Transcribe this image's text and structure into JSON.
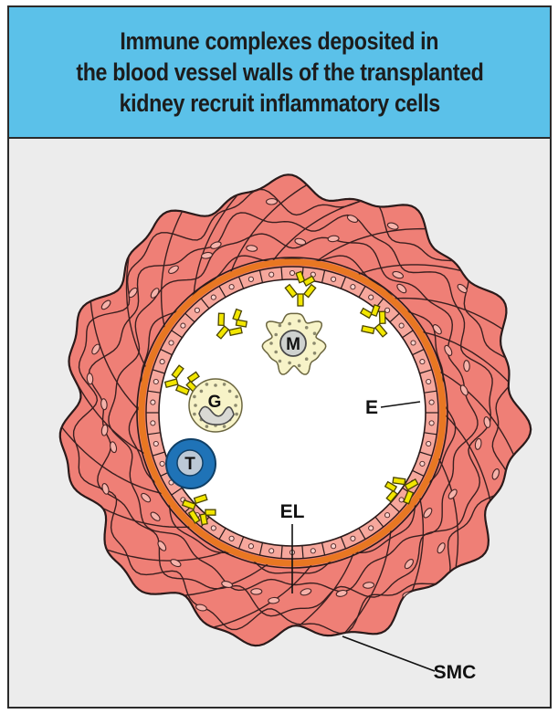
{
  "title": {
    "line1": "Immune complexes deposited in",
    "line2": "the blood vessel walls of the transplanted",
    "line3": "kidney recruit inflammatory cells"
  },
  "labels": {
    "macrophage": "M",
    "granulocyte": "G",
    "t_cell": "T",
    "endothelium": "E",
    "elastic_lamina": "EL",
    "smooth_muscle": "SMC"
  },
  "colors": {
    "header_bg": "#5bc1e9",
    "background": "#ececec",
    "smooth_muscle": "#ef7f76",
    "elastic_lamina": "#e87722",
    "endothelium": "#f6a79c",
    "antibody": "#f2e600",
    "macrophage": "#f7f3c8",
    "t_cell": "#1f73b7"
  },
  "icons": {
    "antibody": "antibody-icon",
    "macrophage": "macrophage-icon",
    "granulocyte": "granulocyte-icon",
    "t_cell": "t-cell-icon"
  }
}
